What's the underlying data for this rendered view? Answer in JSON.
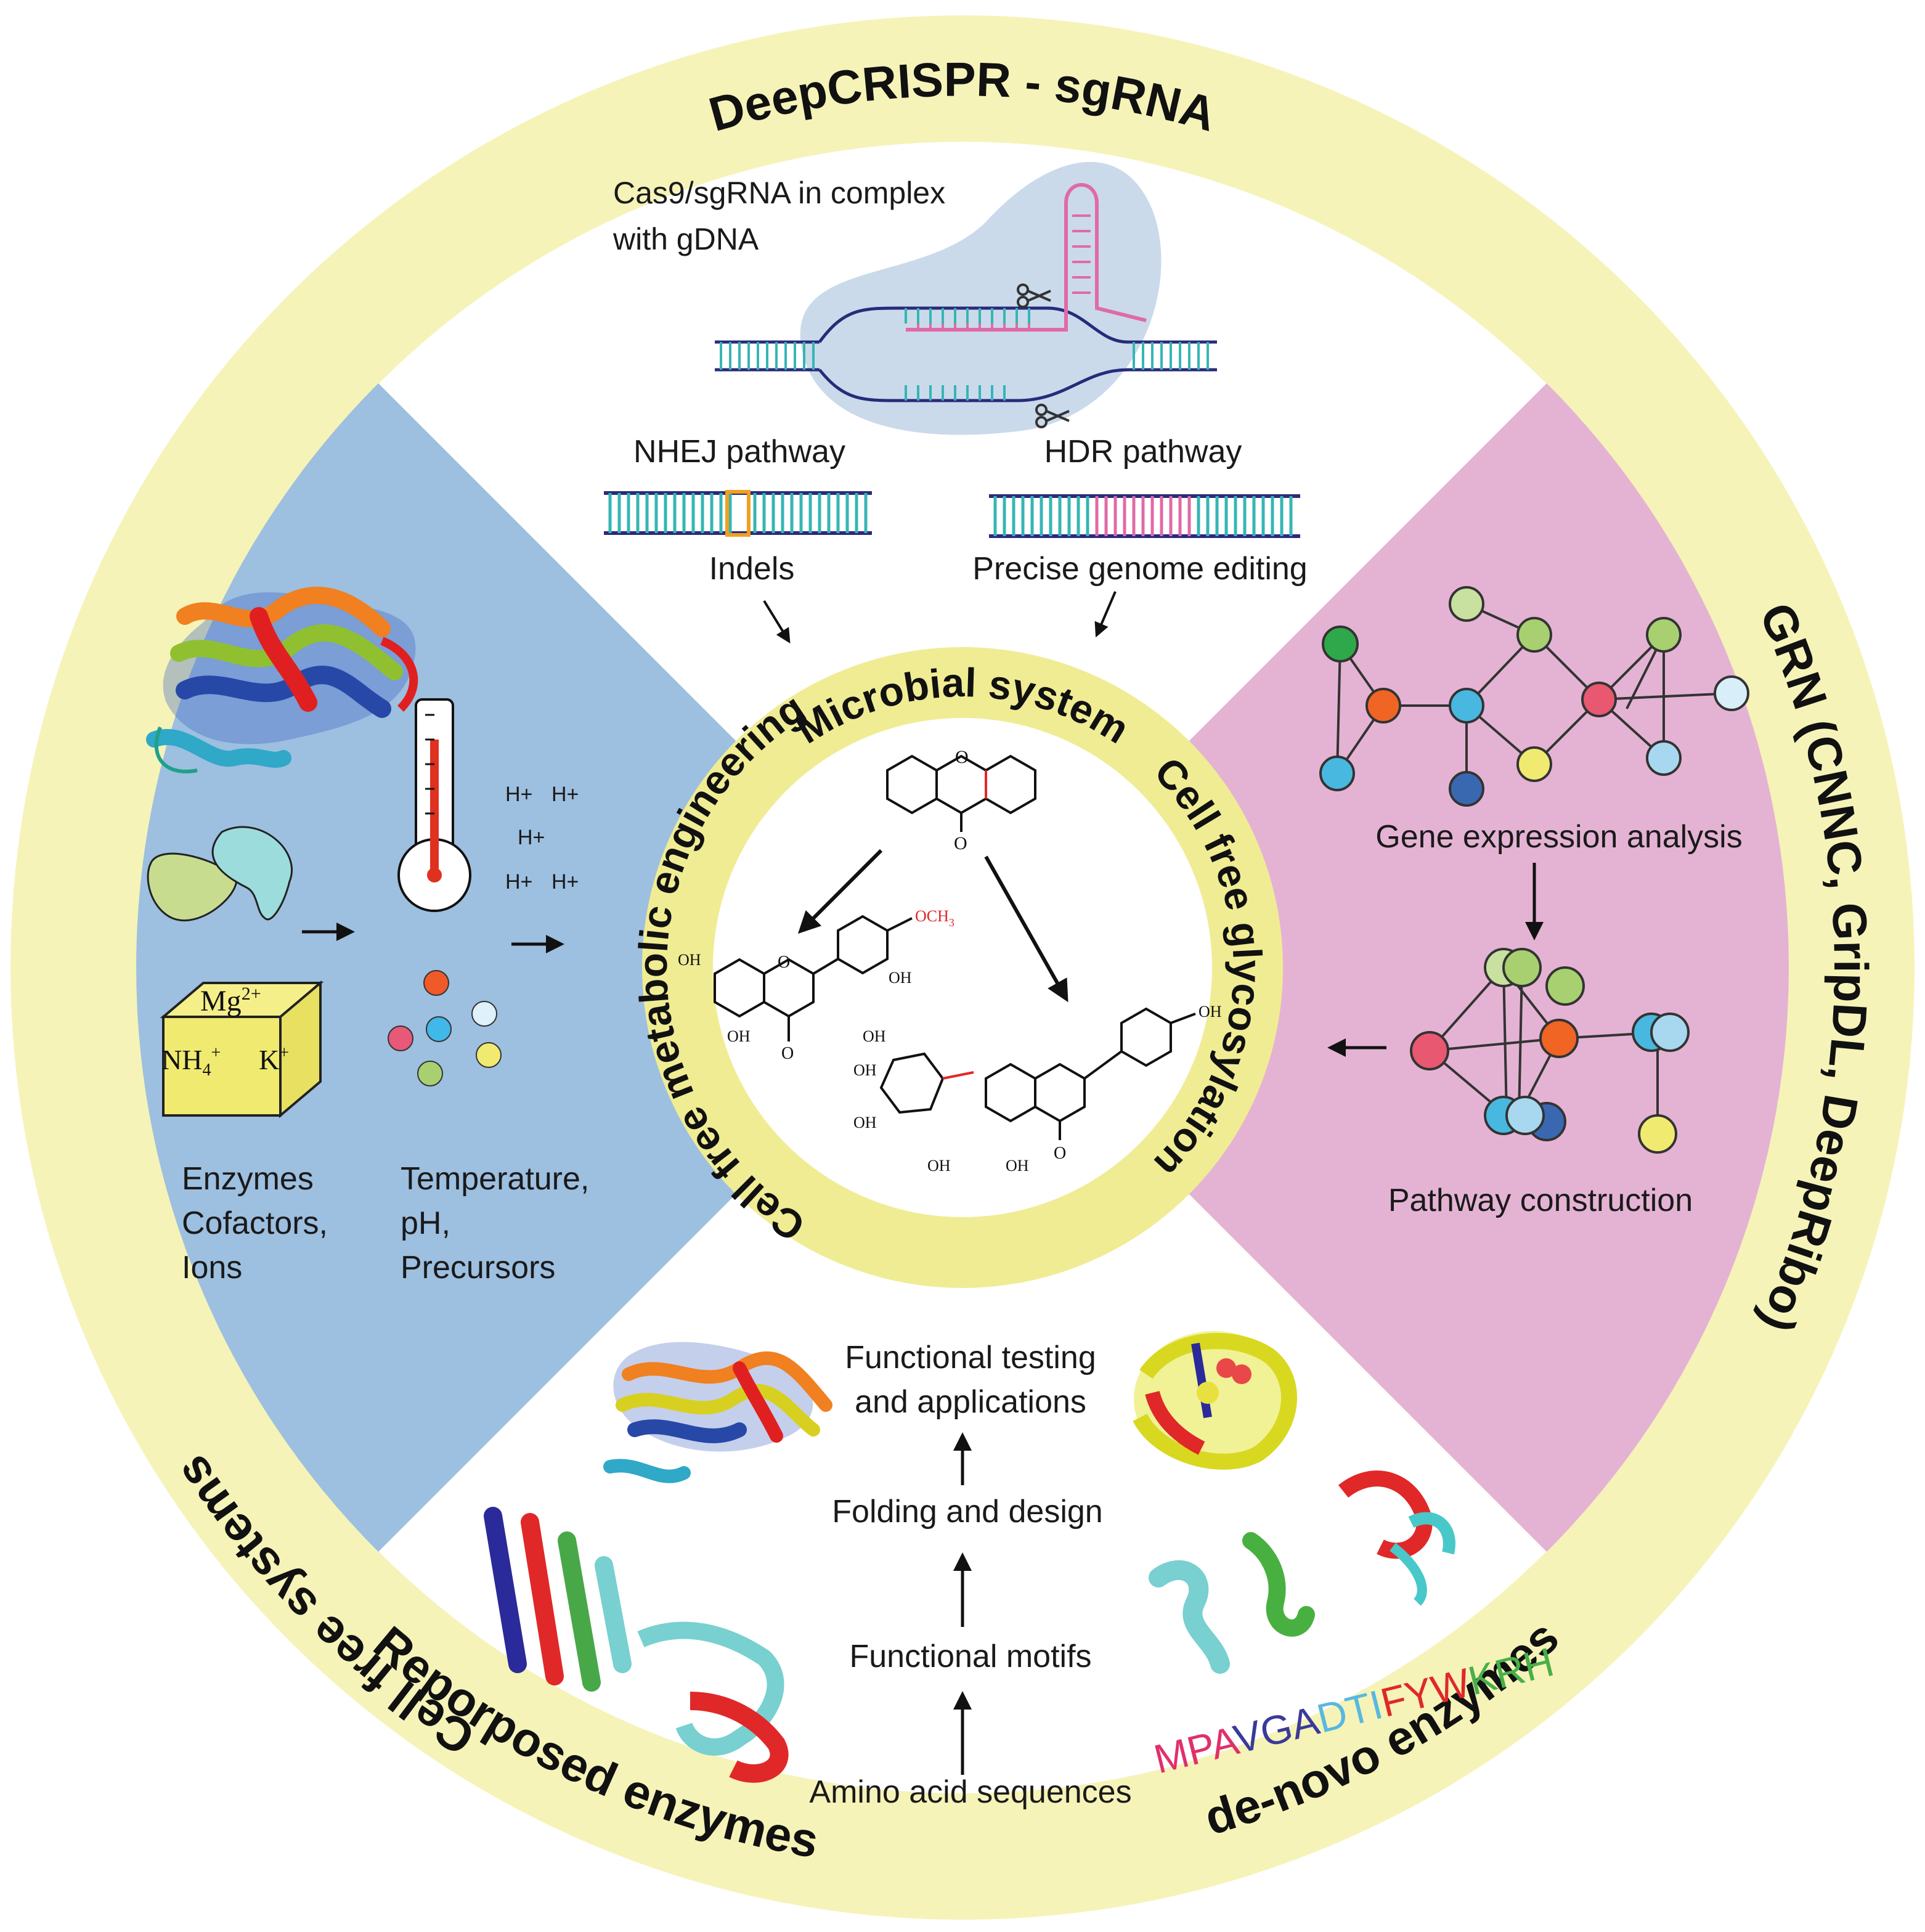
{
  "outer_ring": {
    "top": "DeepCRISPR - sgRNA",
    "right": "GRN (CNNC, GripDL, DeepRibo)",
    "left": "Cell free systems",
    "bottom_left": "Reporposed enzymes",
    "bottom_right": "de-novo enzymes"
  },
  "inner_ring": {
    "top": "Microbial system",
    "right": "Cell free glycosylation",
    "left": "Cell free metabolic engineering"
  },
  "top_section": {
    "complex_line1": "Cas9/sgRNA in complex",
    "complex_line2": "with gDNA",
    "nhej": "NHEJ pathway",
    "hdr": "HDR pathway",
    "indels": "Indels",
    "precise": "Precise genome editing"
  },
  "left_section": {
    "ions": [
      "H+",
      "H+",
      "H+",
      "H+",
      "H+"
    ],
    "cube_mg": "Mg",
    "cube_mg_sup": "2+",
    "cube_nh": "NH",
    "cube_nh_sub": "4",
    "cube_nh_sup": "+",
    "cube_k": "K",
    "cube_k_sup": "+",
    "col1": [
      "Enzymes",
      "Cofactors,",
      "Ions"
    ],
    "col2": [
      "Temperature,",
      "pH,",
      "Precursors"
    ]
  },
  "right_section": {
    "gene_expression": "Gene expression analysis",
    "pathway": "Pathway construction"
  },
  "bottom_section": {
    "functional_testing_1": "Functional testing",
    "functional_testing_2": "and applications",
    "folding": "Folding and design",
    "motifs": "Functional motifs",
    "amino": "Amino acid sequences",
    "sequence": [
      {
        "text": "MPA",
        "color": "#e0306a"
      },
      {
        "text": "VGA",
        "color": "#3a3a9a"
      },
      {
        "text": "DTI",
        "color": "#58b8e0"
      },
      {
        "text": "FYW",
        "color": "#e02828"
      },
      {
        "text": "KRH",
        "color": "#48b048"
      }
    ]
  },
  "chemistry": {
    "och3": "OCH",
    "och3_sub": "3",
    "oh": "OH",
    "o": "O"
  },
  "colors": {
    "yellow_ring": "#f5f3b8",
    "blue": "#9dbfe0",
    "pink": "#e4b3d3",
    "inner_yellow": "#f0ec94"
  }
}
